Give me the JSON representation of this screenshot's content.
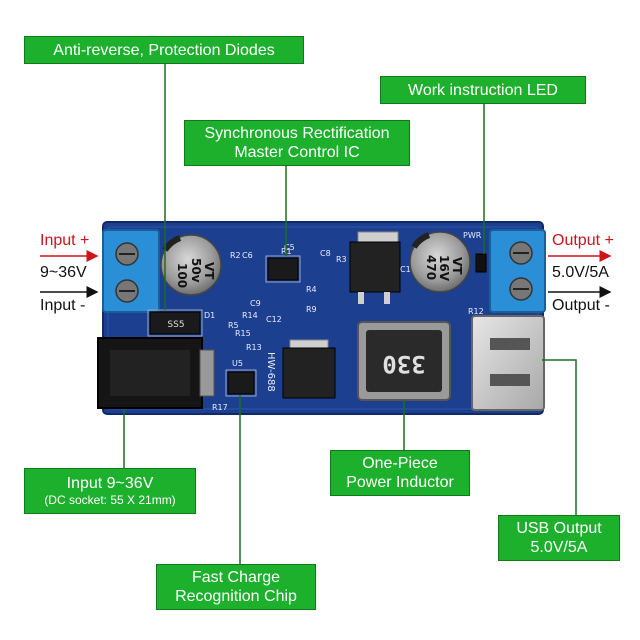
{
  "callouts": {
    "anti_reverse": "Anti-reverse, Protection Diodes",
    "work_led": "Work instruction LED",
    "sync_rect_line1": "Synchronous Rectification",
    "sync_rect_line2": "Master Control IC",
    "input_line1": "Input 9~36V",
    "input_line2": "(DC socket: 55 X 21mm)",
    "inductor_line1": "One-Piece",
    "inductor_line2": "Power Inductor",
    "usb_line1": "USB Output",
    "usb_line2": "5.0V/5A",
    "fast_charge_line1": "Fast Charge",
    "fast_charge_line2": "Recognition Chip"
  },
  "side_labels": {
    "input_plus": "Input +",
    "input_range": "9~36V",
    "input_minus": "Input -",
    "output_plus": "Output +",
    "output_value": "5.0V/5A",
    "output_minus": "Output -"
  },
  "board_markings": {
    "cap_left": [
      "100",
      "50v",
      "VT"
    ],
    "cap_right": [
      "470",
      "16V",
      "VT"
    ],
    "inductor": "330",
    "diode": "SS5",
    "model": "HW-688",
    "pwr": "PWR",
    "refs": [
      "R1",
      "R2",
      "C6",
      "C5",
      "C8",
      "R3",
      "R4",
      "R9",
      "C9",
      "R5",
      "R13",
      "R14",
      "C12",
      "R15",
      "U5",
      "R17",
      "R12",
      "D1",
      "C1"
    ]
  },
  "colors": {
    "callout_fill": "#1db02d",
    "callout_text": "#ffffff",
    "pcb": "#1d3f8f",
    "input_plus_text": "#d0121b",
    "arrow_red": "#d0121b",
    "arrow_black": "#111111"
  }
}
